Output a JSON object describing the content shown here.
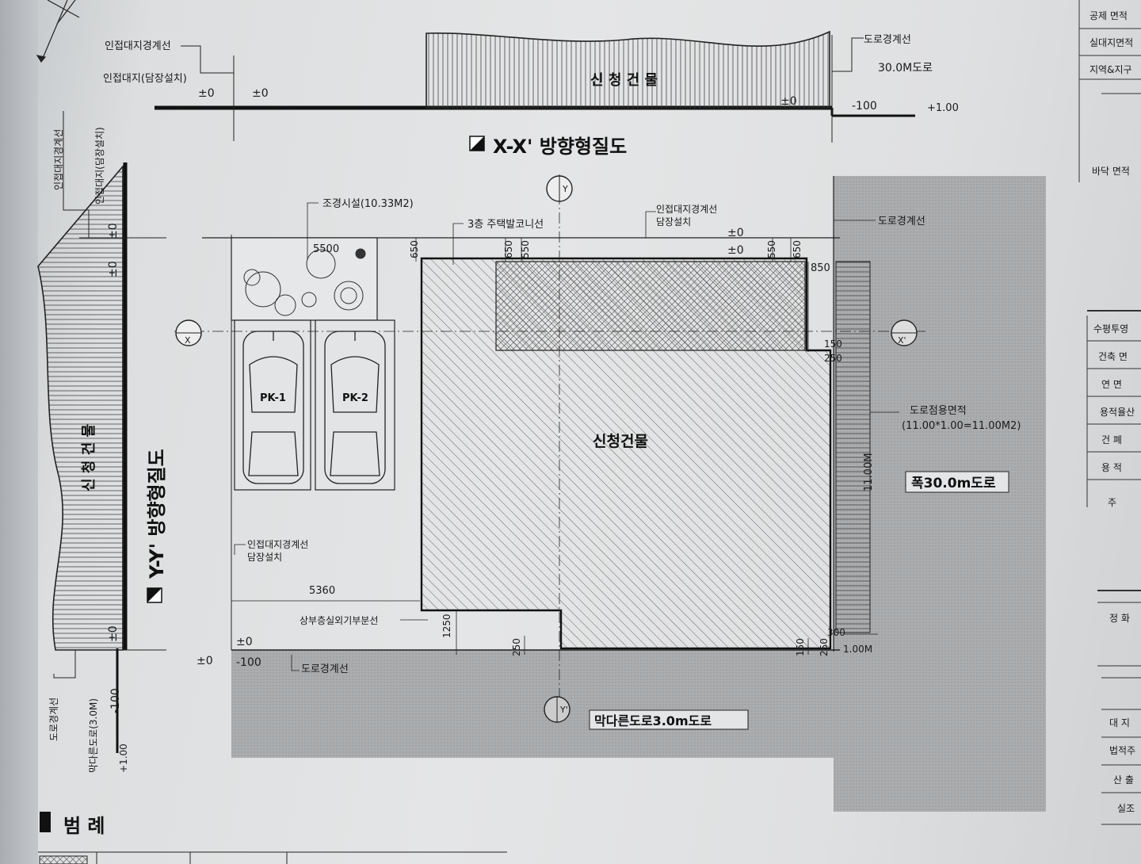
{
  "section_xx": {
    "title": "X-X' 방향형질도",
    "left_boundary": "인접대지경계선",
    "left_lot": "인접대지(담장설치)",
    "level_1": "±0",
    "level_2": "±0",
    "level_3": "±0",
    "level_4": "-100",
    "building": "신 청 건 물",
    "road_boundary": "도로경계선",
    "road_width": "30.0M도로",
    "road_edge": "+1.00"
  },
  "section_yy": {
    "title": "Y-Y' 방향형질도",
    "boundary": "인접대지경계선",
    "lot": "인접대지(담장설치)",
    "level_1": "±0",
    "level_2": "±0",
    "level_3": "±0",
    "level_4": "-100",
    "building": "신 청 건 물",
    "road_boundary": "도로경계선",
    "road": "막다른도로(3.0M)",
    "road_edge": "+1.00"
  },
  "plan": {
    "landscape": "조경시설(10.33M2)",
    "balcony": "3층 주택발코니선",
    "adjacent_top": "인접대지경계선",
    "fence_top": "담장설치",
    "road_boundary_right": "도로경계선",
    "road_use_label": "도로점용면적",
    "road_use_calc": "(11.00*1.00=11.00M2)",
    "road_30": "폭30.0m도로",
    "road_3": "막다른도로3.0m도로",
    "building": "신청건물",
    "adjacent_left": "인접대지경계선",
    "fence_left": "담장설치",
    "upper_floor": "상부층실외기부분선",
    "road_boundary_bottom": "도로경계선",
    "parking_1": "PK-1",
    "parking_2": "PK-2",
    "marker_x": "X",
    "marker_x_prime": "X'",
    "marker_y": "Y",
    "marker_y_prime": "Y'",
    "level_a": "±0",
    "level_b": "±0",
    "level_c": "±0",
    "level_d": "±0",
    "level_e": "-100",
    "dims": {
      "d5500": "5500",
      "d650a": "650",
      "d650b": "650",
      "d550a": "550",
      "d550b": "550",
      "d650c": "650",
      "d850": "850",
      "d150a": "150",
      "d250a": "250",
      "d11": "11.00M",
      "d5360": "5360",
      "d1250": "1250",
      "d250b": "250",
      "d150b": "150",
      "d250c": "250",
      "d300": "300",
      "d100": "1.00M"
    }
  },
  "legend": {
    "title": "범 례"
  },
  "table": {
    "rows": [
      "공제 면적",
      "실대지면적",
      "지역&지구",
      "바닥 면적",
      "수평투영",
      "건축 면",
      "연 면",
      "용적율산",
      "건 폐",
      "용 적",
      "주",
      "정 화",
      "대 지",
      "법적주",
      "산 출",
      "실조"
    ]
  }
}
